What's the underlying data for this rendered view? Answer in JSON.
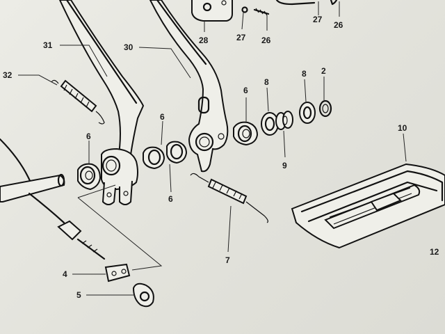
{
  "diagram": {
    "callouts": {
      "c2": "2",
      "c4": "4",
      "c5": "5",
      "c6a": "6",
      "c6b": "6",
      "c6c": "6",
      "c6d": "6",
      "c7": "7",
      "c8a": "8",
      "c8b": "8",
      "c9": "9",
      "c10": "10",
      "c12": "12",
      "c26a": "26",
      "c26b": "26",
      "c27a": "27",
      "c27b": "27",
      "c28": "28",
      "c30": "30",
      "c31": "31",
      "c32": "32"
    }
  }
}
